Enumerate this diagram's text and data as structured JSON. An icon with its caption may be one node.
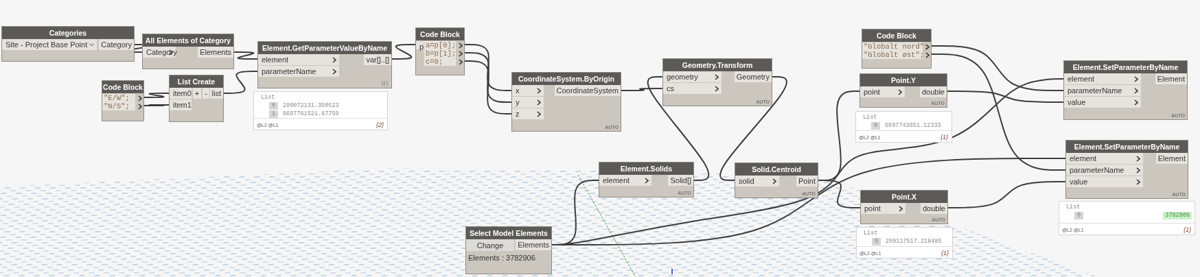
{
  "diagram": {
    "nodes": [
      {
        "text": [
          "Categories",
          "Site - Project Base Point",
          "Category"
        ]
      },
      {
        "text": [
          "All Elements of Category",
          "Category",
          "Elements"
        ]
      },
      {
        "text": [
          "Element.GetParameterValueByName",
          "element",
          "parameterName",
          "var[]..[]"
        ]
      },
      {
        "text": [
          "Code Block",
          "\"E/W\";",
          "\"N/S\";"
        ]
      },
      {
        "text": [
          "List Create",
          "item0",
          "+",
          "-",
          "list",
          "item1"
        ]
      },
      {
        "text": [
          "List",
          "0",
          "299072131.350523",
          "1",
          "6697761521.87759",
          "@L2 @L1",
          "{2}"
        ]
      },
      {
        "text": [
          "Code Block",
          "p",
          "a=p[0];",
          "b=p[1];",
          "c=0;"
        ]
      },
      {
        "text": [
          "CoordinateSystem.ByOrigin",
          "x",
          "y",
          "z",
          "CoordinateSystem",
          "AUTO"
        ]
      },
      {
        "text": [
          "Geometry.Transform",
          "geometry",
          "cs",
          "Geometry",
          "AUTO"
        ]
      },
      {
        "text": [
          "Code Block",
          "\"Globalt nord\";",
          "\"Globalt øst\";"
        ]
      },
      {
        "text": [
          "Point.Y",
          "point",
          "double",
          "AUTO"
        ]
      },
      {
        "text": [
          "List",
          "0",
          "6697743651.12333",
          "@L2 @L1",
          "{1}"
        ]
      },
      {
        "text": [
          "Element.SetParameterByName",
          "element",
          "parameterName",
          "value",
          "Element",
          "AUTO"
        ]
      },
      {
        "text": [
          "Element.Solids",
          "element",
          "Solid[]",
          "AUTO"
        ]
      },
      {
        "text": [
          "Solid.Centroid",
          "solid",
          "Point",
          "AUTO"
        ]
      },
      {
        "text": [
          "Select Model Elements",
          "Change",
          "Elements",
          "Elements : 3782906"
        ]
      },
      {
        "text": [
          "Element.SetParameterByName",
          "element",
          "parameterName",
          "value",
          "Element",
          "AUTO"
        ]
      },
      {
        "text": [
          "Point.X",
          "point",
          "double",
          "AUTO"
        ]
      },
      {
        "text": [
          "List",
          "0",
          "299117517.218485",
          "@L2 @L1",
          "{1}"
        ]
      },
      {
        "text": [
          "List",
          "0",
          "3782906",
          "@L2 @L1",
          "{1}"
        ]
      }
    ],
    "edges": [
      {
        "from": 0,
        "to": 1,
        "arrow": "none"
      },
      {
        "from": 1,
        "to": 2,
        "arrow": "none"
      },
      {
        "from": 3,
        "to": 4,
        "arrow": "none"
      },
      {
        "from": 3,
        "to": 4,
        "arrow": "none"
      },
      {
        "from": 4,
        "to": 2,
        "arrow": "none"
      },
      {
        "from": 2,
        "to": 6,
        "arrow": "none"
      },
      {
        "from": 6,
        "to": 7,
        "arrow": "none"
      },
      {
        "from": 6,
        "to": 7,
        "arrow": "none"
      },
      {
        "from": 6,
        "to": 7,
        "arrow": "none"
      },
      {
        "from": 7,
        "to": 8,
        "arrow": "none"
      },
      {
        "from": 13,
        "to": 8,
        "arrow": "none"
      },
      {
        "from": 8,
        "to": 14,
        "arrow": "none"
      },
      {
        "from": 15,
        "to": 13,
        "arrow": "none"
      },
      {
        "from": 15,
        "to": 12,
        "arrow": "none"
      },
      {
        "from": 15,
        "to": 16,
        "arrow": "none"
      },
      {
        "from": 14,
        "to": 10,
        "arrow": "none"
      },
      {
        "from": 14,
        "to": 17,
        "arrow": "none"
      },
      {
        "from": 10,
        "to": 12,
        "arrow": "none"
      },
      {
        "from": 17,
        "to": 16,
        "arrow": "none"
      },
      {
        "from": 9,
        "to": 12,
        "arrow": "none"
      },
      {
        "from": 9,
        "to": 16,
        "arrow": "none"
      }
    ]
  }
}
